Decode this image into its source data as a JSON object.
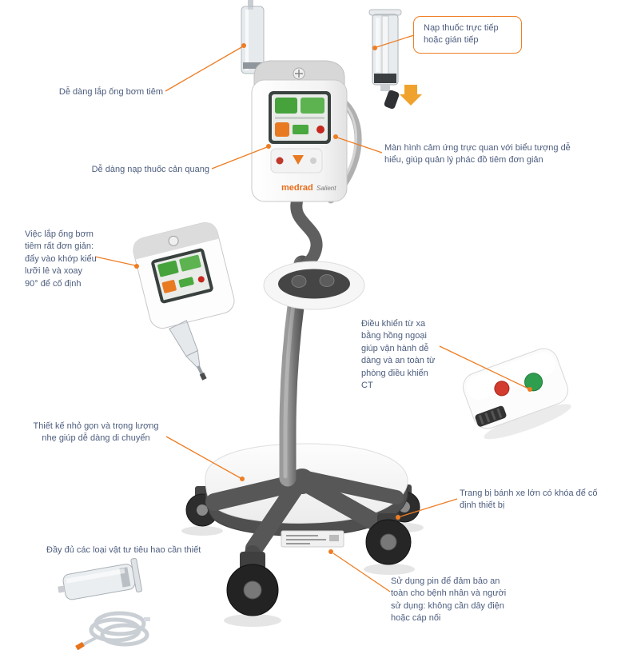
{
  "colors": {
    "accent": "#ee7d23",
    "text": "#4d5d7e",
    "button_red": "#d23b2e",
    "button_green": "#2f9e4f",
    "screen_green": "#46a33c",
    "screen_orange": "#e87b22",
    "arrow_orange": "#f0a22e"
  },
  "device": {
    "brand": "medrad",
    "model": "Salient"
  },
  "icons": {
    "down_arrow_icon": "▼",
    "warning_triangle_icon": "▲",
    "brand_logo_icon": "✛"
  },
  "callouts": {
    "load_drug": "Nạp thuốc trực tiếp hoặc gián tiếp",
    "mount_syringe": "Dễ dàng lắp ống bơm tiêm",
    "touchscreen": "Màn hình cảm ứng trực quan với biểu tượng dễ hiểu, giúp quản lý phác đồ tiêm đơn giản",
    "load_contrast": "Dễ dàng nạp thuốc cản quang",
    "bayonet": "Việc lắp ống bơm tiêm rất đơn giản: đẩy vào khớp kiểu lưỡi lê và xoay 90° để cố định",
    "remote": "Điều khiển từ xa bằng hồng ngoại giúp vận hành dễ dàng và an toàn từ phòng điều khiển CT",
    "compact": "Thiết kế nhỏ gọn và trọng lượng nhẹ giúp dễ dàng di chuyển",
    "wheels": "Trang bị bánh xe lớn có khóa để cố định thiết bị",
    "consumables": "Đầy đủ các loại vật tư tiêu hao cần thiết",
    "battery": "Sử dụng pin để đảm bảo an toàn cho bệnh nhân và người sử dụng: không cần dây điện hoặc cáp nối"
  }
}
